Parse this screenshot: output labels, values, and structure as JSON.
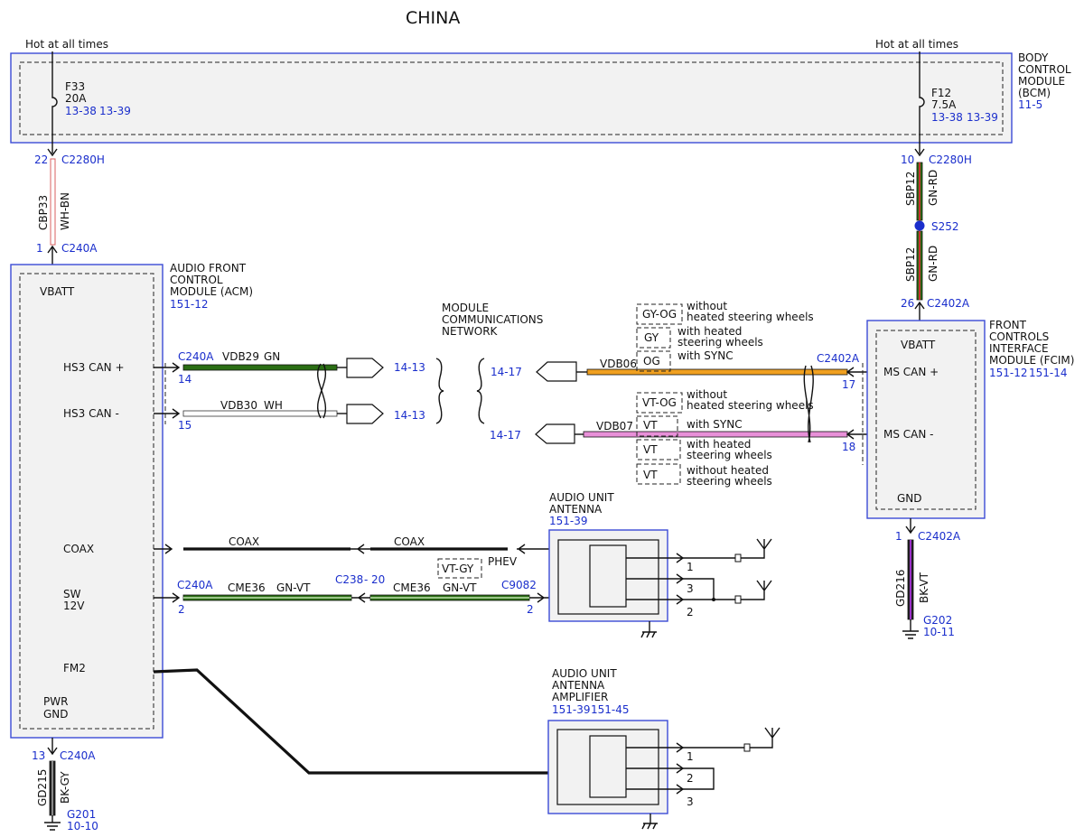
{
  "title": "CHINA",
  "hot_left": "Hot at all times",
  "hot_right": "Hot at all times",
  "bcm": {
    "l1": "BODY",
    "l2": "CONTROL",
    "l3": "MODULE",
    "l4": "(BCM)",
    "ref": "11-5",
    "f33": {
      "name": "F33",
      "amp": "20A",
      "ref1": "13-38",
      "ref2": "13-39"
    },
    "f12": {
      "name": "F12",
      "amp": "7.5A",
      "ref1": "13-38",
      "ref2": "13-39"
    }
  },
  "conn_left": {
    "pin_top": "22",
    "top": "C2280H",
    "circuit": "CBP33",
    "color": "WH-BN",
    "pin_bot": "1",
    "bot": "C240A"
  },
  "conn_right": {
    "pin_top": "10",
    "top": "C2280H",
    "circuit1": "SBP12",
    "color1": "GN-RD",
    "splice": "S252",
    "circuit2": "SBP12",
    "color2": "GN-RD",
    "pin_bot": "26",
    "bot": "C2402A"
  },
  "acm": {
    "l1": "AUDIO FRONT",
    "l2": "CONTROL",
    "l3": "MODULE (ACM)",
    "ref": "151-12",
    "vbatt": "VBATT",
    "hs3p": "HS3 CAN +",
    "hs3m": "HS3 CAN -",
    "coax": "COAX",
    "sw1": "SW",
    "sw2": "12V",
    "fm2": "FM2",
    "pwr1": "PWR",
    "pwr2": "GND"
  },
  "hs3": {
    "conn": "C240A",
    "pin_p": "14",
    "pin_m": "15",
    "vdb29": "VDB29",
    "gn": "GN",
    "vdb30": "VDB30",
    "wh": "WH",
    "ref_p": "14-13",
    "ref_m": "14-13"
  },
  "mcn": {
    "l1": "MODULE",
    "l2": "COMMUNICATIONS",
    "l3": "NETWORK"
  },
  "ms": {
    "ref_p": "14-17",
    "ref_m": "14-17",
    "vdb06": "VDB06",
    "vdb07": "VDB07",
    "conn": "C2402A",
    "pin_p": "17",
    "pin_m": "18",
    "gyog": "GY-OG",
    "gy": "GY",
    "og": "OG",
    "vtog": "VT-OG",
    "vt1": "VT",
    "vt2": "VT",
    "vt3": "VT",
    "without1": "without",
    "without1b": "heated steering wheels",
    "with1": "with heated",
    "with1b": "steering wheels",
    "sync1": "with SYNC",
    "without2": "without",
    "without2b": "heated steering wheels",
    "sync2": "with SYNC",
    "with2": "with heated",
    "with2b": "steering wheels",
    "without3": "without heated",
    "without3b": "steering wheels"
  },
  "fcim": {
    "l1": "FRONT",
    "l2": "CONTROLS",
    "l3": "INTERFACE",
    "l4": "MODULE (FCIM)",
    "ref1": "151-12",
    "ref2": "151-14",
    "vbatt": "VBATT",
    "msp": "MS CAN +",
    "msm": "MS CAN -",
    "gnd": "GND"
  },
  "fcim_gnd": {
    "pin": "1",
    "conn": "C2402A",
    "circuit": "GD216",
    "color": "BK-VT",
    "g": "G202",
    "gref": "10-11"
  },
  "acm_gnd": {
    "pin": "13",
    "conn": "C240A",
    "circuit": "GD215",
    "color": "BK-GY",
    "g": "G201",
    "gref": "10-10"
  },
  "coax": {
    "l1": "COAX",
    "l2": "COAX"
  },
  "sw": {
    "conn1": "C240A",
    "pin1": "2",
    "cme36a": "CME36",
    "gnvt1": "GN-VT",
    "conn2": "C238",
    "conn2pin": "20",
    "cme36b": "CME36",
    "gnvt2": "GN-VT",
    "conn3": "C9082",
    "pin3": "2",
    "vtgy": "VT-GY",
    "phev": "PHEV"
  },
  "antenna": {
    "l1": "AUDIO UNIT",
    "l2": "ANTENNA",
    "ref": "151-39",
    "p1": "1",
    "p3": "3",
    "p2": "2"
  },
  "amplifier": {
    "l1": "AUDIO UNIT",
    "l2": "ANTENNA",
    "l3": "AMPLIFIER",
    "ref1": "151-39",
    "ref2": "151-45",
    "p1": "1",
    "p2": "2",
    "p3": "3"
  }
}
